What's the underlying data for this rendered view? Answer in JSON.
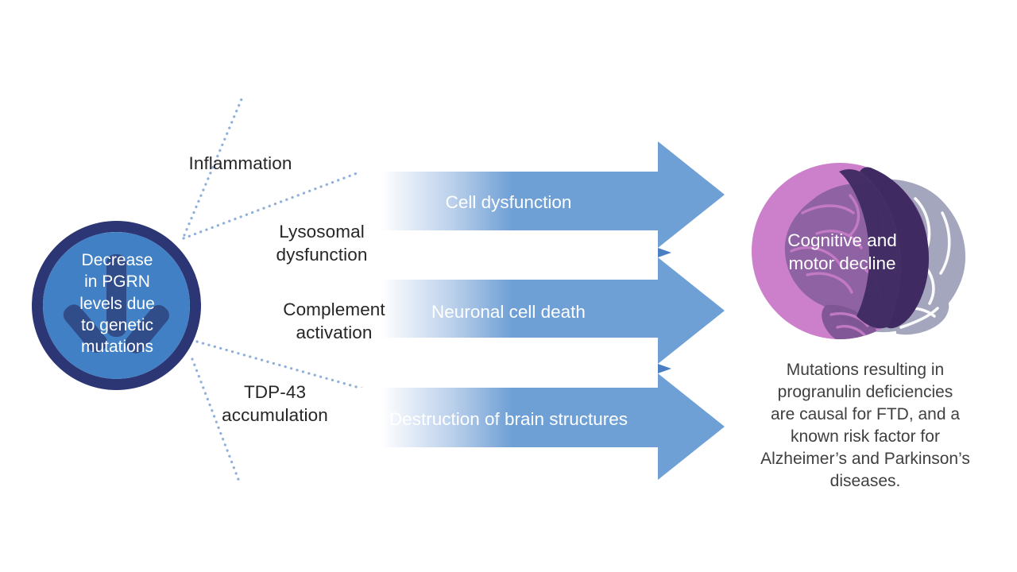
{
  "diagram": {
    "title": "Decrease in PGRN levels pathway to cognitive and motor decline",
    "colors": {
      "arrow_blue": "#6e9fd5",
      "arrow_blue_dark": "#4a7fc1",
      "circle_fill": "#4180c4",
      "circle_ring": "#2c3675",
      "circle_icon": "#2a3a74",
      "dotted_line": "#8fb0d8",
      "magenta_circle": "#cc7fcb",
      "brain_purple": "#8a5fa0",
      "brain_dark_purple": "#3f2b62",
      "brain_gray": "#a3a6bd",
      "label_text": "#262626",
      "caption_text": "#404040",
      "background": "#ffffff"
    },
    "source_node": {
      "label": "Decrease\nin PGRN\nlevels due\nto genetic\nmutations",
      "icon": "down-arrow-icon"
    },
    "mechanism_labels": [
      {
        "id": "inflammation",
        "text": "Inflammation"
      },
      {
        "id": "lysosomal-dysfunction",
        "text": "Lysosomal\ndysfunction"
      },
      {
        "id": "complement-activation",
        "text": "Complement\nactivation"
      },
      {
        "id": "tdp43-accumulation",
        "text": "TDP-43\naccumulation"
      }
    ],
    "outcome_arrows": [
      {
        "id": "cell-dysfunction",
        "text": "Cell dysfunction"
      },
      {
        "id": "neuronal-cell-death",
        "text": "Neuronal cell death"
      },
      {
        "id": "destruction-of-brain-structures",
        "text": "Destruction of brain structures"
      }
    ],
    "result_node": {
      "label": "Cognitive and\nmotor decline",
      "illustration": "brain-illustration"
    },
    "caption": "Mutations resulting in\nprogranulin deficiencies\nare causal for FTD, and a\nknown risk factor for\nAlzheimer’s and Parkinson’s\ndiseases."
  }
}
